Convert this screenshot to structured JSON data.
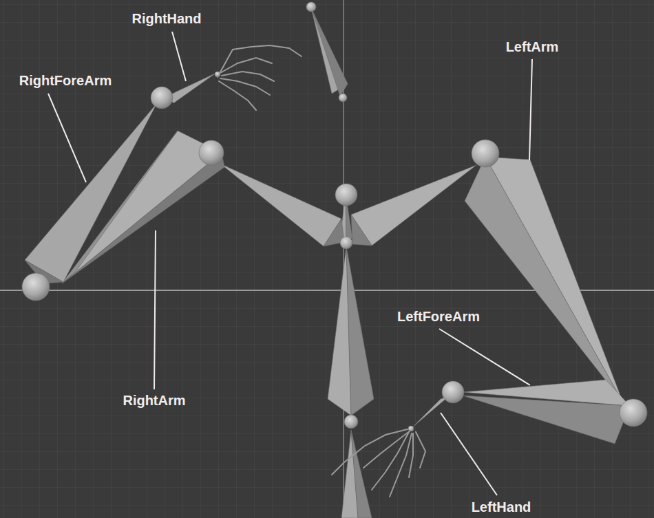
{
  "diagram": {
    "labels": [
      "RightHand",
      "LeftArm",
      "RightForeArm",
      "LeftForeArm",
      "RightArm",
      "LeftHand"
    ]
  }
}
